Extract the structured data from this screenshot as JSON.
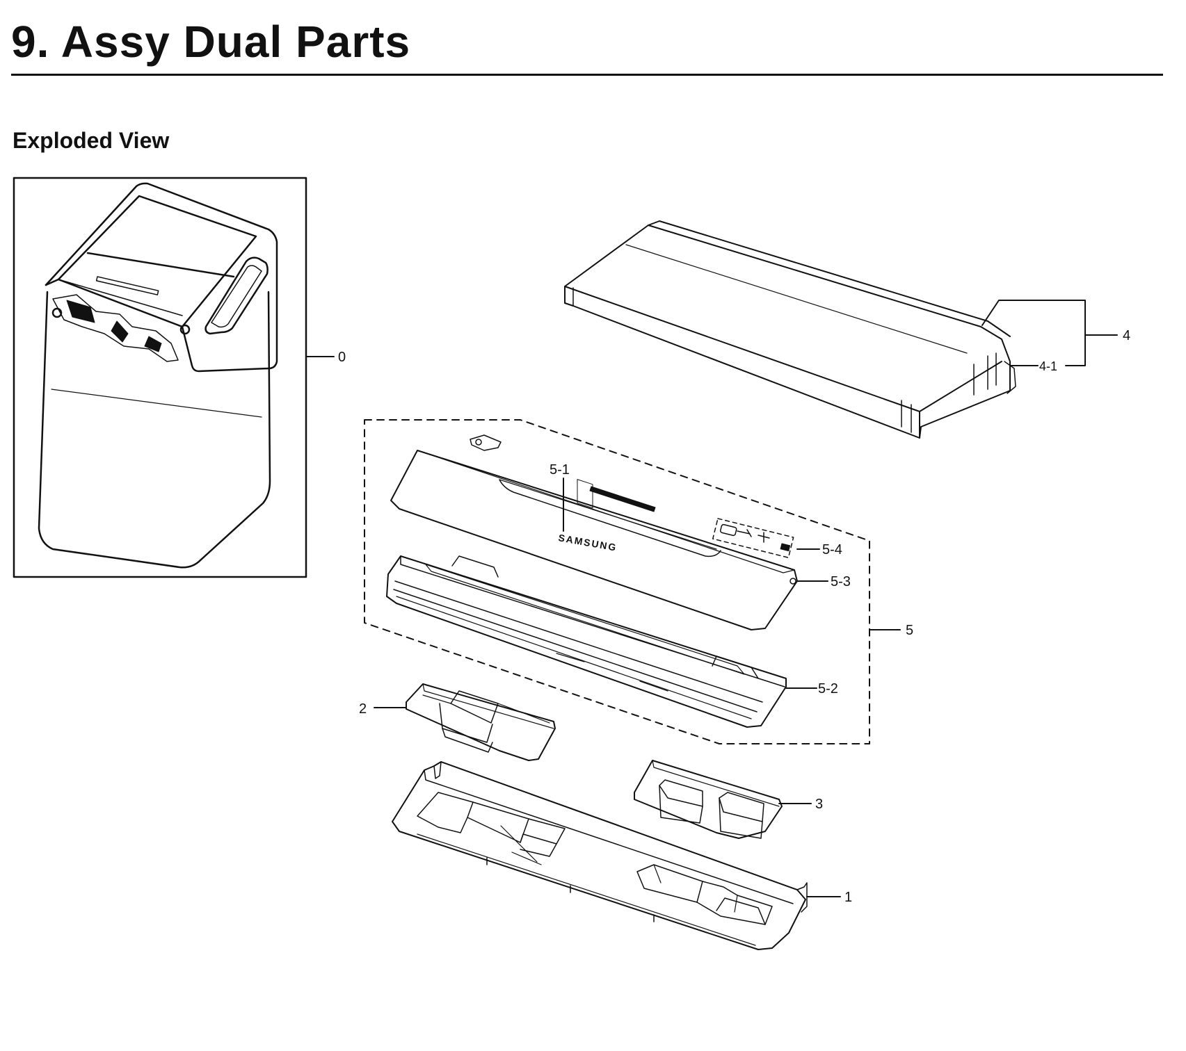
{
  "page": {
    "title": "9.  Assy Dual Parts",
    "subtitle": "Exploded View"
  },
  "callouts": {
    "c0": "0",
    "c1": "1",
    "c2": "2",
    "c3": "3",
    "c4": "4",
    "c4_1": "4-1",
    "c5": "5",
    "c5_1": "5-1",
    "c5_2": "5-2",
    "c5_3": "5-3",
    "c5_4": "5-4"
  },
  "brand": {
    "logo_text": "SAMSUNG"
  }
}
